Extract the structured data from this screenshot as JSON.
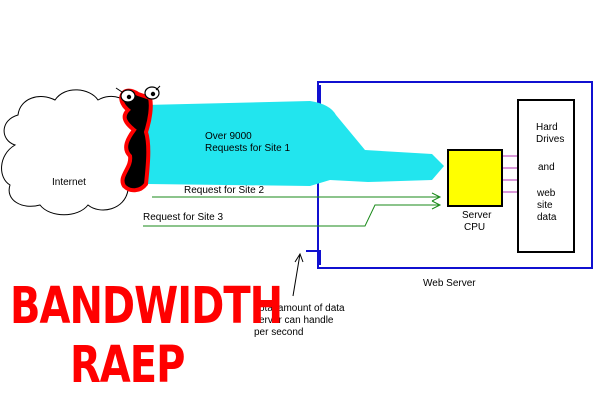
{
  "labels": {
    "internet": "Internet",
    "over9000_line1": "Over 9000",
    "over9000_line2": "Requests for Site 1",
    "site2": "Request for Site 2",
    "site3": "Request for Site 3",
    "server_cpu_line1": "Server",
    "server_cpu_line2": "CPU",
    "hd_line1": "Hard",
    "hd_line2": "Drives",
    "hd_line3": "and",
    "hd_line4": "web",
    "hd_line5": "site",
    "hd_line6": "data",
    "web_server": "Web Server",
    "bandwidth_line1": "Total amount of data",
    "bandwidth_line2": "server can handle",
    "bandwidth_line3": "per second"
  },
  "title": {
    "line1": "BANDWIDTH",
    "line2": "RAEP"
  },
  "colors": {
    "cyan_flood": "#22e5ee",
    "arrow_green": "#1a8a1a",
    "server_blue": "#1010d0",
    "cpu_yellow": "#ffff00",
    "disk_arrows": "#b030b0",
    "title_red": "#ff0000"
  }
}
